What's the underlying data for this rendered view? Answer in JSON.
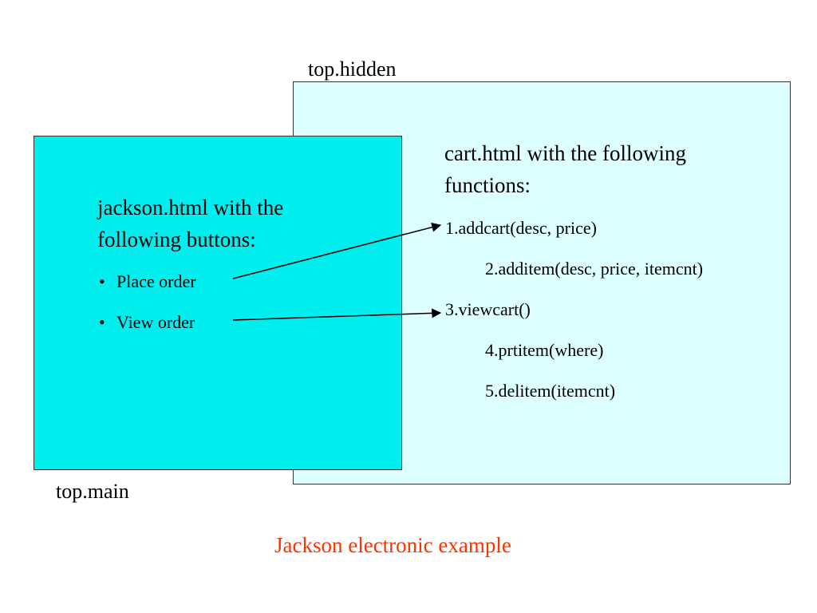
{
  "frames": {
    "hidden_label": "top.hidden",
    "main_label": "top.main"
  },
  "main_frame": {
    "heading_line1": "jackson.html with the",
    "heading_line2": "following buttons:",
    "buttons": [
      "Place order",
      "View order"
    ],
    "bullet": "•"
  },
  "cart_frame": {
    "heading_line1": "cart.html with the following",
    "heading_line2": "functions:",
    "functions": [
      "1.addcart(desc, price)",
      "2.additem(desc, price, itemcnt)",
      "3.viewcart()",
      "4.prtitem(where)",
      "5.delitem(itemcnt)"
    ]
  },
  "caption": "Jackson electronic example",
  "colors": {
    "hidden_frame_bg": "#ddffff",
    "main_frame_bg": "#00eeee",
    "caption": "#ff3300"
  }
}
